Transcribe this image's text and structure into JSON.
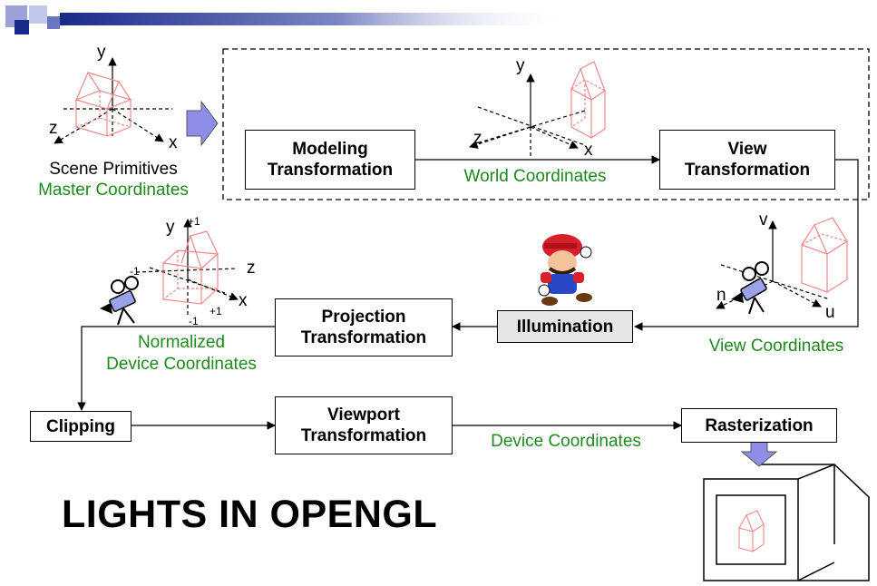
{
  "colors": {
    "accent_green": "#1e8a1e",
    "house": "#f08a8a",
    "arrow_fill": "#8d8ee8",
    "header_blue": "#1a2a8a"
  },
  "pipeline": {
    "modeling": "Modeling\nTransformation",
    "view": "View\nTransformation",
    "illumination": "Illumination",
    "projection": "Projection\nTransformation",
    "clipping": "Clipping",
    "viewport": "Viewport\nTransformation",
    "rasterization": "Rasterization"
  },
  "labels": {
    "scene_primitives": "Scene Primitives",
    "master_coordinates": "Master Coordinates",
    "world_coordinates": "World Coordinates",
    "view_coordinates": "View Coordinates",
    "normalized_device": "Normalized",
    "normalized_device_2": "Device Coordinates",
    "device_coordinates": "Device Coordinates"
  },
  "axes": {
    "x": "x",
    "y": "y",
    "z": "z",
    "u": "u",
    "v": "v",
    "n": "n",
    "plus_one": "+1",
    "minus_one": "-1"
  },
  "title": "LIGHTS IN OPENGL"
}
